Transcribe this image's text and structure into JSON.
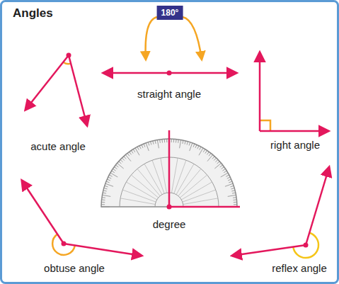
{
  "diagram": {
    "title": "Angles",
    "nodes": [
      {
        "text": [
          "180°"
        ]
      }
    ],
    "labels": [
      "straight angle",
      "acute angle",
      "right angle",
      "degree",
      "obtuse angle",
      "reflex angle"
    ]
  }
}
